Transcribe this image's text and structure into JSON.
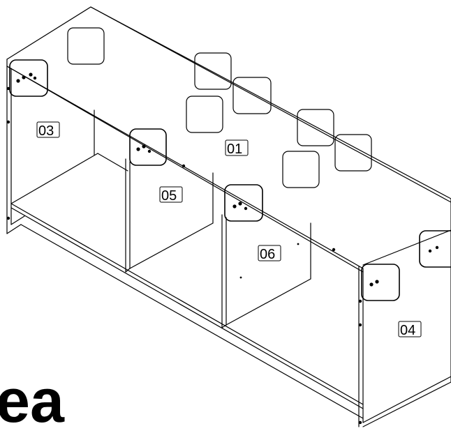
{
  "parts": {
    "top_panel": "01",
    "left_side_panel": "03",
    "right_side_panel": "04",
    "divider_left": "05",
    "divider_right": "06"
  },
  "brand_fragment": "ea"
}
